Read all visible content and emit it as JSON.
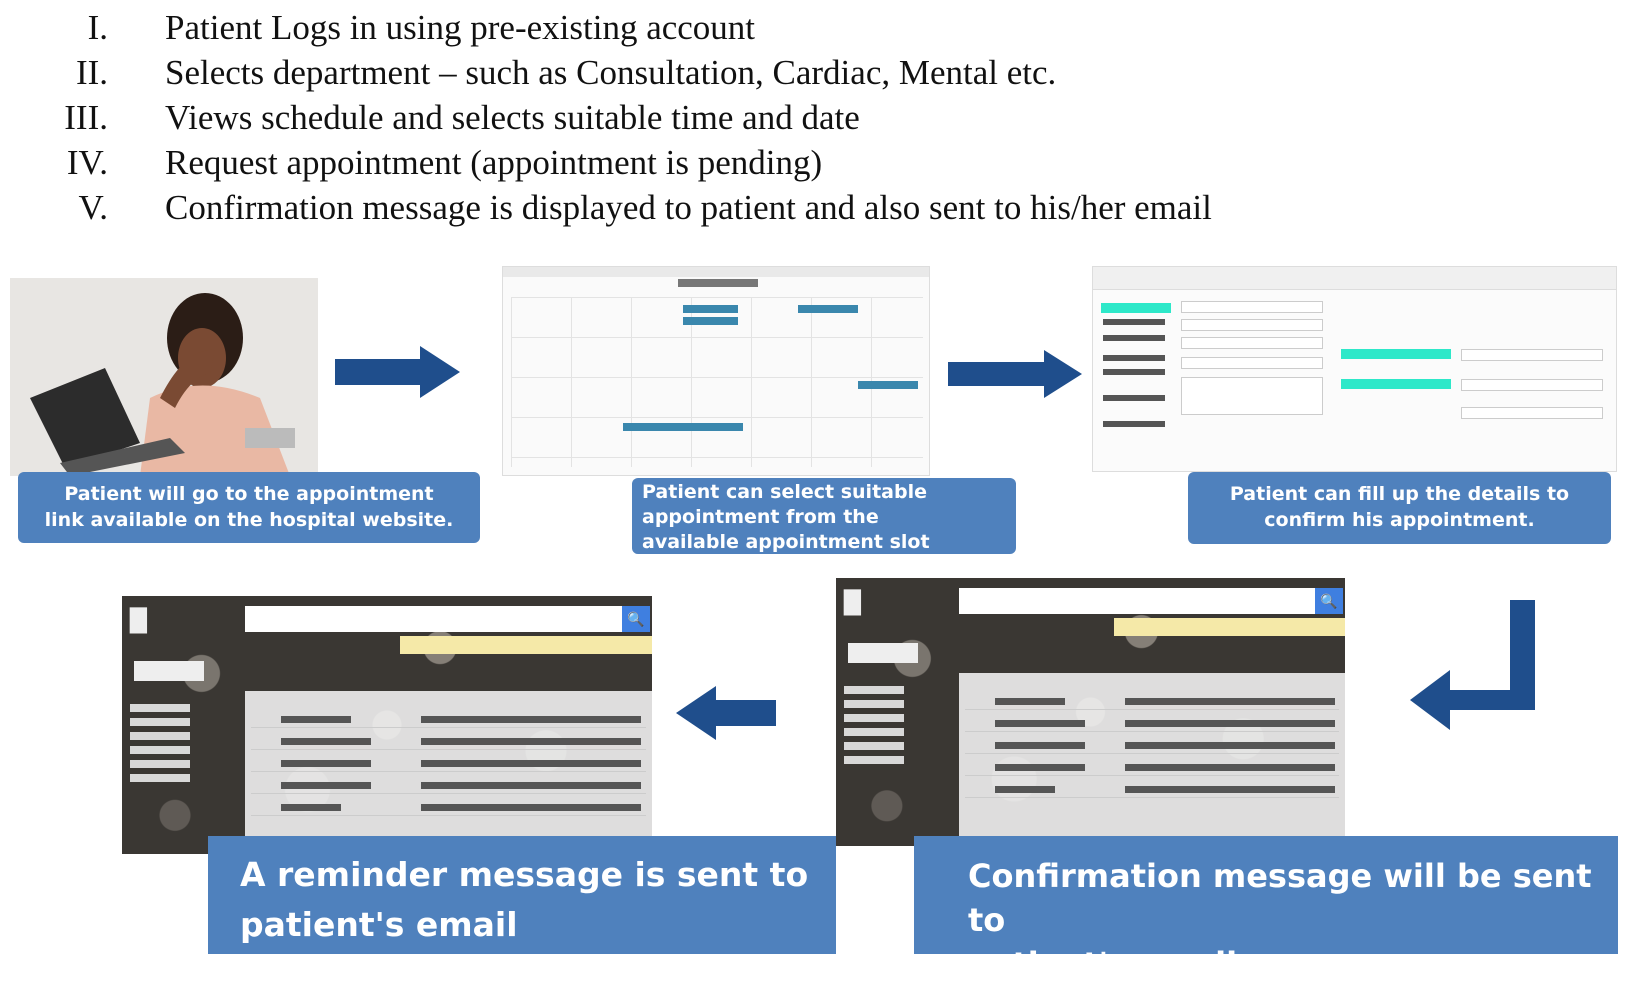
{
  "steps": [
    {
      "num": "I.",
      "text": "Patient Logs in  using pre-existing account"
    },
    {
      "num": "II.",
      "text": "Selects department  – such as Consultation, Cardiac, Mental etc."
    },
    {
      "num": "III.",
      "text": "Views schedule and selects suitable time and date"
    },
    {
      "num": "IV.",
      "text": "Request appointment (appointment is pending)"
    },
    {
      "num": "V.",
      "text": "Confirmation message is displayed to patient and also sent to his/her email"
    }
  ],
  "captions": {
    "website": [
      "Patient will go to the  appointment",
      "link available on the hospital  website."
    ],
    "calendar": [
      "Patient can select  suitable",
      "appointment  from the",
      "available  appointment slot"
    ],
    "form": [
      "Patient can fill up the details to",
      "confirm his appointment."
    ],
    "reminder": [
      "A reminder message is sent to",
      "patient's email"
    ],
    "confirmation": [
      "Confirmation message will be sent to",
      "patient's email"
    ]
  },
  "icons": {
    "arrow1": "arrow-right-icon",
    "arrow2": "arrow-right-icon",
    "arrow3": "arrow-down-left-icon",
    "arrow4": "arrow-left-icon"
  },
  "colors": {
    "caption_box": "#4f81bd",
    "arrow": "#1f4e8c"
  }
}
